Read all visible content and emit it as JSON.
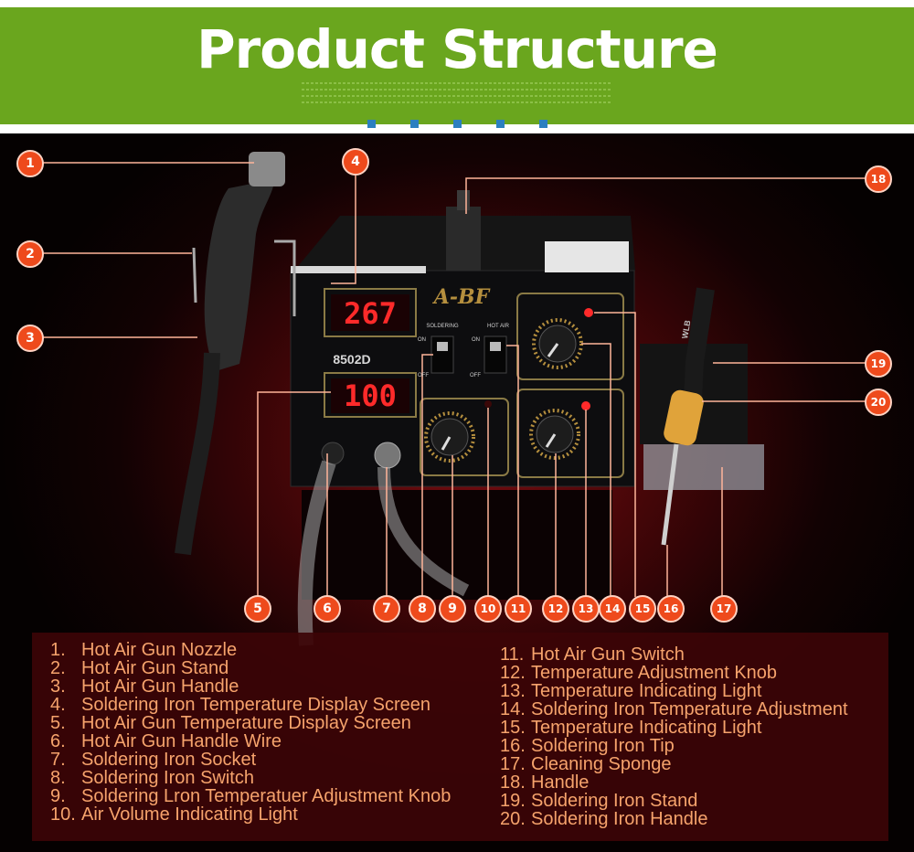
{
  "header": {
    "title": "Product Structure"
  },
  "callouts": [
    "1",
    "2",
    "3",
    "4",
    "5",
    "6",
    "7",
    "8",
    "9",
    "10",
    "11",
    "12",
    "13",
    "14",
    "15",
    "16",
    "17",
    "18",
    "19",
    "20"
  ],
  "device": {
    "brand": "A-BF",
    "model": "8502D",
    "display_top": "267",
    "display_bottom": "100",
    "label_soldering": "SOLDERING",
    "label_hot_air": "HOT AIR",
    "label_on1": "ON",
    "label_off1": "OFF",
    "label_on2": "ON",
    "label_off2": "OFF",
    "iron_brand": "WLB"
  },
  "legend_left": [
    {
      "n": "1.",
      "label": "Hot Air Gun Nozzle"
    },
    {
      "n": "2.",
      "label": "Hot Air Gun Stand"
    },
    {
      "n": "3.",
      "label": "Hot Air Gun Handle"
    },
    {
      "n": "4.",
      "label": "Soldering Iron  Temperature Display Screen"
    },
    {
      "n": "5.",
      "label": "Hot Air Gun Temperature Display Screen"
    },
    {
      "n": "6.",
      "label": "Hot Air Gun Handle Wire"
    },
    {
      "n": "7.",
      "label": "Soldering Iron Socket"
    },
    {
      "n": "8.",
      "label": "Soldering Iron  Switch"
    },
    {
      "n": "9.",
      "label": "Soldering Lron Temperatuer Adjustment Knob"
    },
    {
      "n": "10.",
      "label": "Air Volume Indicating Light"
    }
  ],
  "legend_right": [
    {
      "n": "11.",
      "label": "Hot Air Gun Switch"
    },
    {
      "n": "12.",
      "label": "Temperature Adjustment Knob"
    },
    {
      "n": "13.",
      "label": "Temperature  Indicating Light"
    },
    {
      "n": "14.",
      "label": "Soldering Iron  Temperature  Adjustment"
    },
    {
      "n": "15.",
      "label": "Temperature  Indicating Light"
    },
    {
      "n": "16.",
      "label": "Soldering Iron Tip"
    },
    {
      "n": "17.",
      "label": "Cleaning Sponge"
    },
    {
      "n": "18.",
      "label": "Handle"
    },
    {
      "n": "19.",
      "label": "Soldering Iron Stand"
    },
    {
      "n": "20.",
      "label": "Soldering Iron Handle"
    }
  ],
  "colors": {
    "header_green": "#6aa61e",
    "callout_orange": "#ee4a1c",
    "legend_text": "#f6a36c",
    "led_red": "#ff2a2a"
  }
}
